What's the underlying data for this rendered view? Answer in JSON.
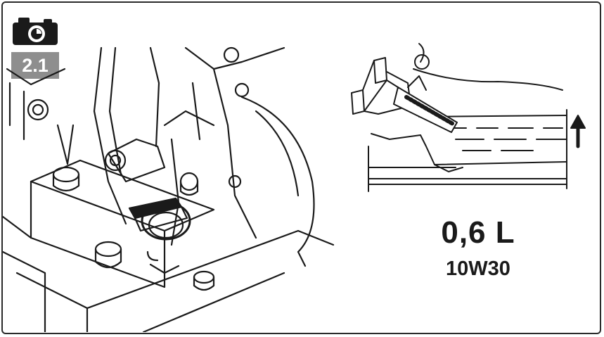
{
  "badge": {
    "step": "2.1"
  },
  "icons": {
    "camera": "camera-icon",
    "level_arrow": "arrow-up-icon"
  },
  "oil": {
    "capacity": "0,6 L",
    "grade": "10W30"
  },
  "colors": {
    "badge_bg": "#8e8e8e",
    "line": "#1a1a1a",
    "badge_text": "#ffffff"
  }
}
